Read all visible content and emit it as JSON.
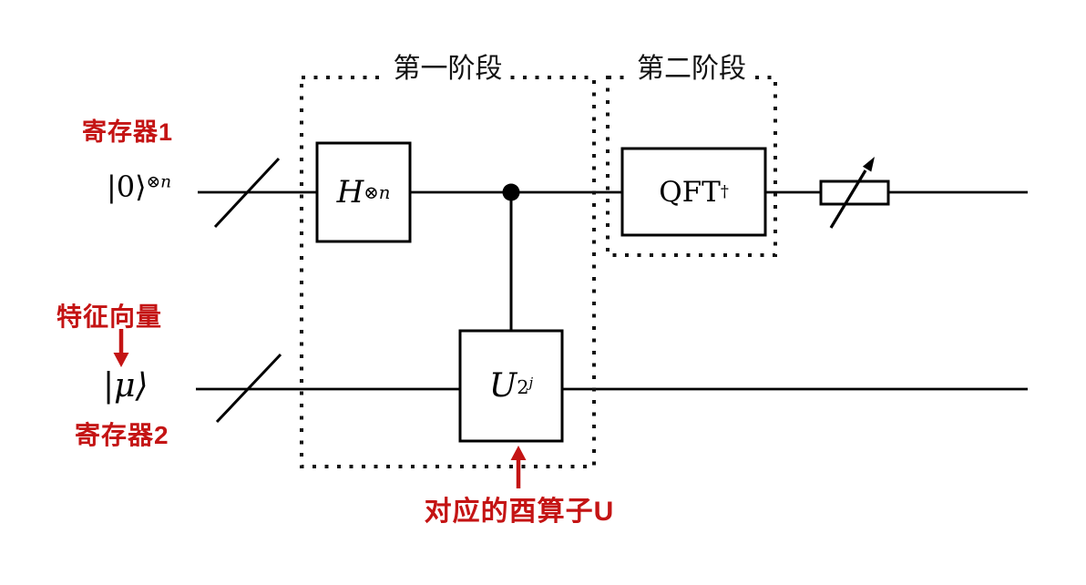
{
  "stages": {
    "stage1": "第一阶段",
    "stage2": "第二阶段"
  },
  "registers": {
    "reg1_label": "寄存器1",
    "reg1_state_base": "|0⟩",
    "reg1_state_sup": "⊗n",
    "eigenvector_label": "特征向量",
    "reg2_state": "|μ⟩",
    "reg2_label": "寄存器2"
  },
  "gates": {
    "hadamard_base": "H",
    "hadamard_sup": "⊗n",
    "unitary_base": "U",
    "unitary_sup_base": "2",
    "unitary_sup_exp": "j",
    "qft_base": "QFT",
    "qft_sup": "†"
  },
  "annotations": {
    "unitary_note": "对应的酉算子U"
  },
  "icons": {
    "control_dot": "control-dot",
    "measurement": "measurement-meter-icon",
    "bus_slash": "multi-qubit-slash"
  },
  "colors": {
    "annotation_red": "#c41414",
    "line": "#000000",
    "background": "#ffffff"
  }
}
